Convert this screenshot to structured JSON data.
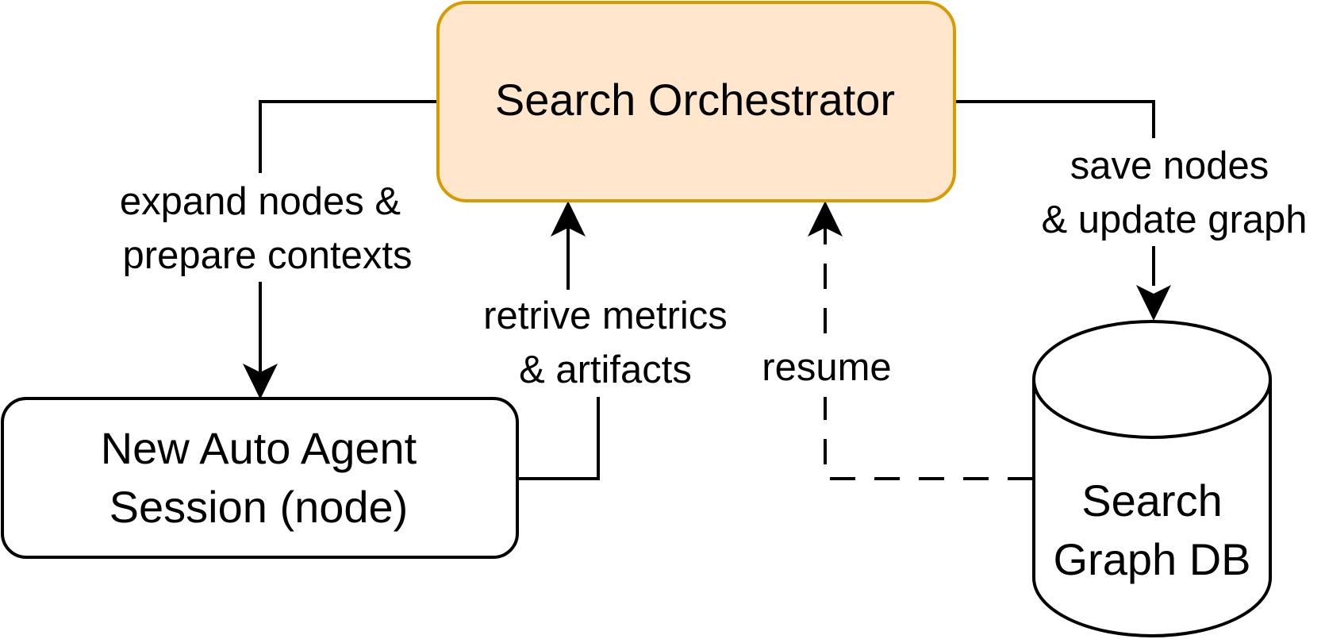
{
  "nodes": {
    "orchestrator": {
      "label": "Search Orchestrator",
      "fill": "#ffe6cc",
      "stroke": "#d79b00"
    },
    "session": {
      "label_lines": [
        "New Auto Agent",
        "Session (node)"
      ],
      "fill": "#ffffff",
      "stroke": "#000000"
    },
    "graph_db": {
      "label_lines": [
        "Search",
        "Graph DB"
      ],
      "fill": "#ffffff",
      "stroke": "#000000"
    }
  },
  "edges": {
    "expand": {
      "label_lines": [
        "expand nodes &",
        "prepare contexts"
      ]
    },
    "retrieve": {
      "label_lines": [
        "retrive metrics",
        "& artifacts"
      ]
    },
    "resume": {
      "label": "resume",
      "style": "dashed"
    },
    "save": {
      "label_lines": [
        "save nodes",
        "& update graph"
      ]
    }
  }
}
